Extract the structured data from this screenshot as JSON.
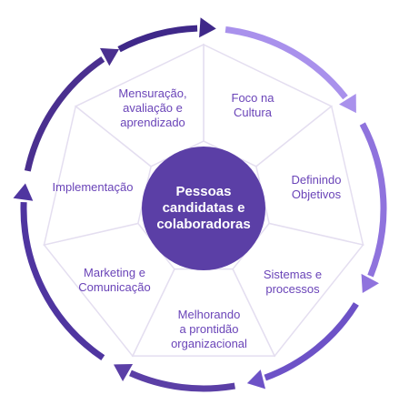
{
  "center": {
    "label": "Pessoas\ncandidatas e\ncolaboradoras"
  },
  "segments": [
    {
      "id": "foco",
      "label": "Foco na\nCultura"
    },
    {
      "id": "objetivos",
      "label": "Definindo\nObjetivos"
    },
    {
      "id": "sistemas",
      "label": "Sistemas e\nprocessos"
    },
    {
      "id": "prontidao",
      "label": "Melhorando\na prontidão\norganizacional"
    },
    {
      "id": "marketing",
      "label": "Marketing e\nComunicação"
    },
    {
      "id": "implementacao",
      "label": "Implementação"
    },
    {
      "id": "mensuracao",
      "label": "Mensuração,\navaliação e\naprendizado"
    }
  ],
  "colors": {
    "ring_stroke": "#e4def0",
    "center_fill": "#5b3fa6",
    "label_text": "#6a44b8",
    "arrow_dark": "#4a2f8f",
    "arrow_light": "#a991ec"
  }
}
